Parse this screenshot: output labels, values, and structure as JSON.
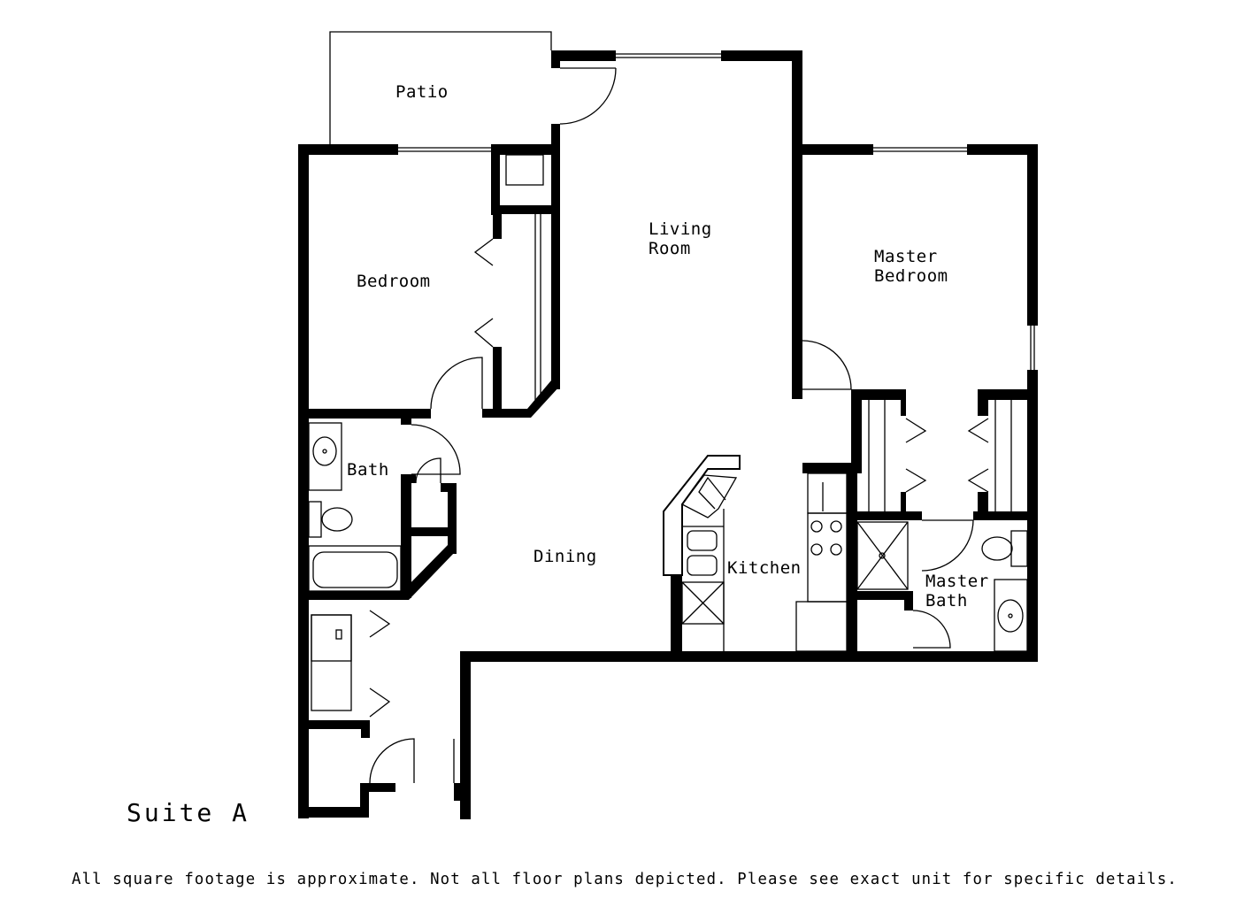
{
  "plan_title": "Suite A",
  "rooms": {
    "patio": "Patio",
    "living_room": [
      "Living",
      "Room"
    ],
    "master_bedroom": [
      "Master",
      "Bedroom"
    ],
    "bedroom": "Bedroom",
    "bath": "Bath",
    "dining": "Dining",
    "kitchen": "Kitchen",
    "master_bath": [
      "Master",
      "Bath"
    ]
  },
  "disclaimer": "All square footage is approximate. Not all floor plans depicted. Please see exact unit for specific details."
}
